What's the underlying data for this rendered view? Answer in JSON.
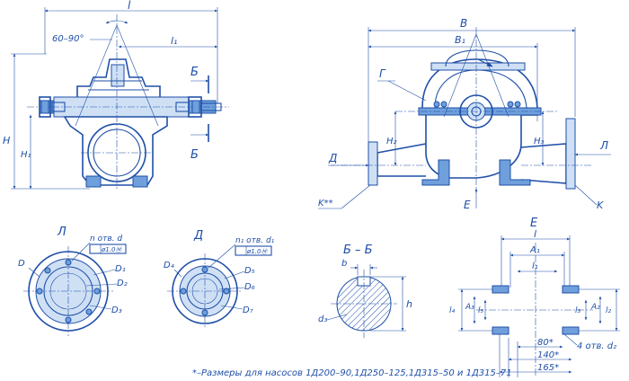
{
  "front_view": {
    "dim_l": "l",
    "dim_l1": "l₁",
    "angle": "60–90°",
    "dim_H": "H",
    "dim_H1": "H₁",
    "section_b_top": "Б",
    "section_b_bottom": "Б"
  },
  "side_view": {
    "dim_B": "B",
    "dim_B1": "B₁",
    "label_G": "Г",
    "dim_H2": "H₂",
    "dim_H3": "H₃",
    "label_D": "Д",
    "label_L": "Л",
    "label_K_star": "K**",
    "label_K": "K",
    "label_E": "E"
  },
  "flange_L": {
    "title": "Л",
    "holes": "n отв. d",
    "tolerance": "ø1.0Ⓜ",
    "D": "D",
    "D1": "D₁",
    "D2": "D₂",
    "D3": "D₃"
  },
  "flange_D": {
    "title": "Д",
    "holes": "n₁ отв. d₁",
    "tolerance": "ø1.0Ⓜ",
    "D4": "D₄",
    "D5": "D₅",
    "D6": "D₆",
    "D7": "D₇"
  },
  "section_BB": {
    "title": "Б – Б",
    "b": "b",
    "h": "h",
    "d3": "d₃"
  },
  "view_E": {
    "title": "E",
    "l": "l",
    "A1": "A₁",
    "l1": "l₁",
    "l2": "l₂",
    "l3": "l₃",
    "l4": "l₄",
    "l5": "l₅",
    "A2": "A₂",
    "A3": "A₃",
    "holes": "4 отв. d₂",
    "d80": "80*",
    "d140": "140*",
    "d165": "165*"
  },
  "footnote": "*–Размеры для насосов 1Д200–90,1Д250–125,1Д315–50 и 1Д315–71"
}
